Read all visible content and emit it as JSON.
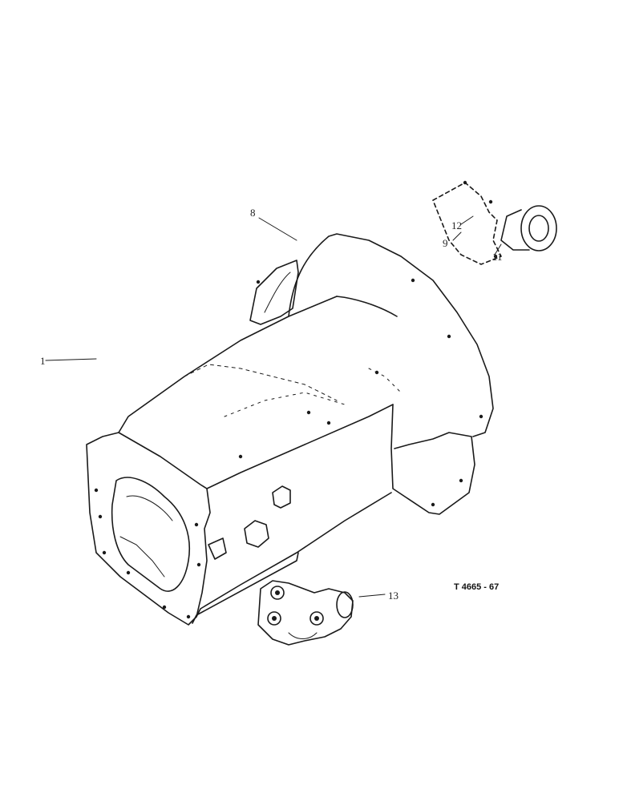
{
  "callouts": {
    "c1": "1",
    "c8": "8",
    "c9": "9",
    "c11": "11",
    "c12": "12",
    "c13": "13"
  },
  "reference": "T 4665 - 67"
}
